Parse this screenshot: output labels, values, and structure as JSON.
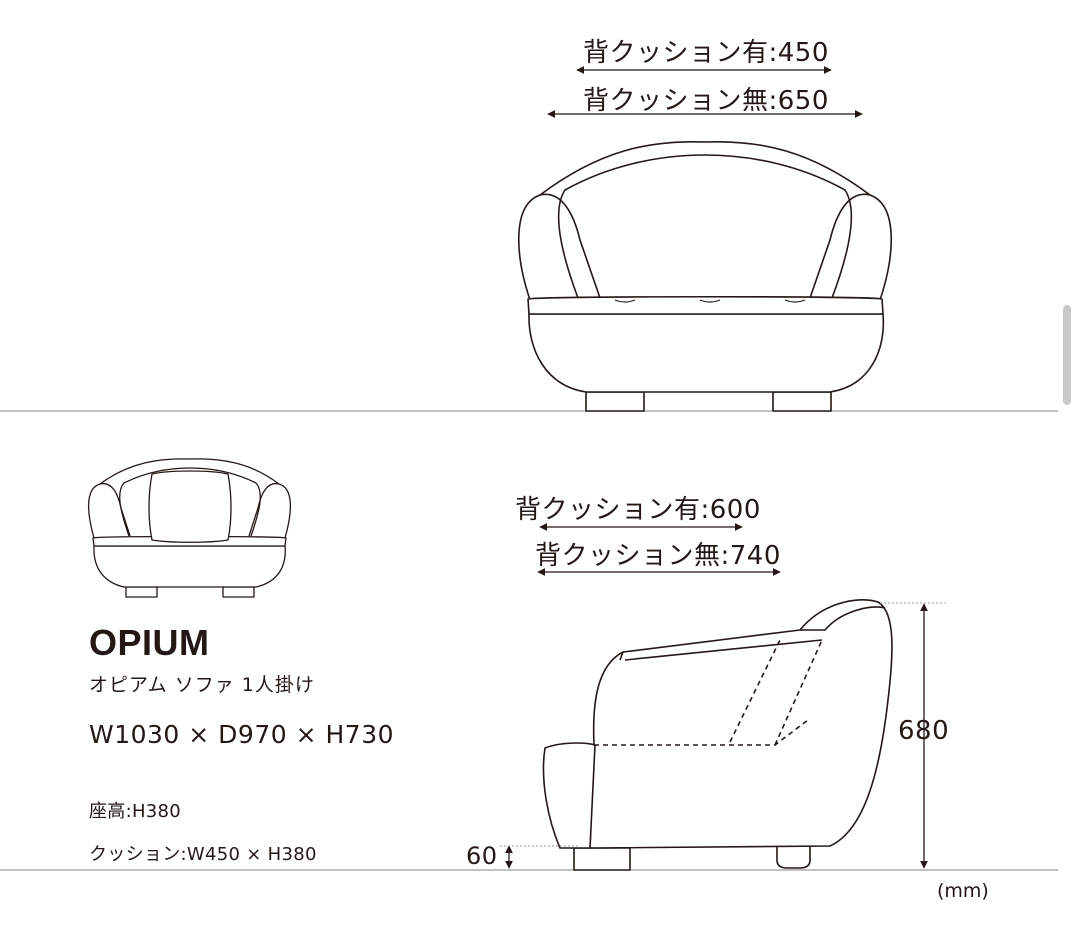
{
  "front_view": {
    "label_with_cushion": "背クッション有:450",
    "label_without_cushion": "背クッション無:650"
  },
  "side_view": {
    "label_with_cushion": "背クッション有:600",
    "label_without_cushion": "背クッション無:740",
    "height_label": "680",
    "leg_label": "60"
  },
  "product": {
    "name": "OPIUM",
    "subtitle": "オピアム ソファ 1人掛け",
    "size": "W1030 × D970 × H730",
    "seat_height": "座高:H380",
    "cushion": "クッション:W450 × H380"
  },
  "unit_label": "(mm)",
  "colors": {
    "line": "#231815",
    "floor": "#9a9a9a",
    "scrollbar": "#c9c9c9"
  }
}
